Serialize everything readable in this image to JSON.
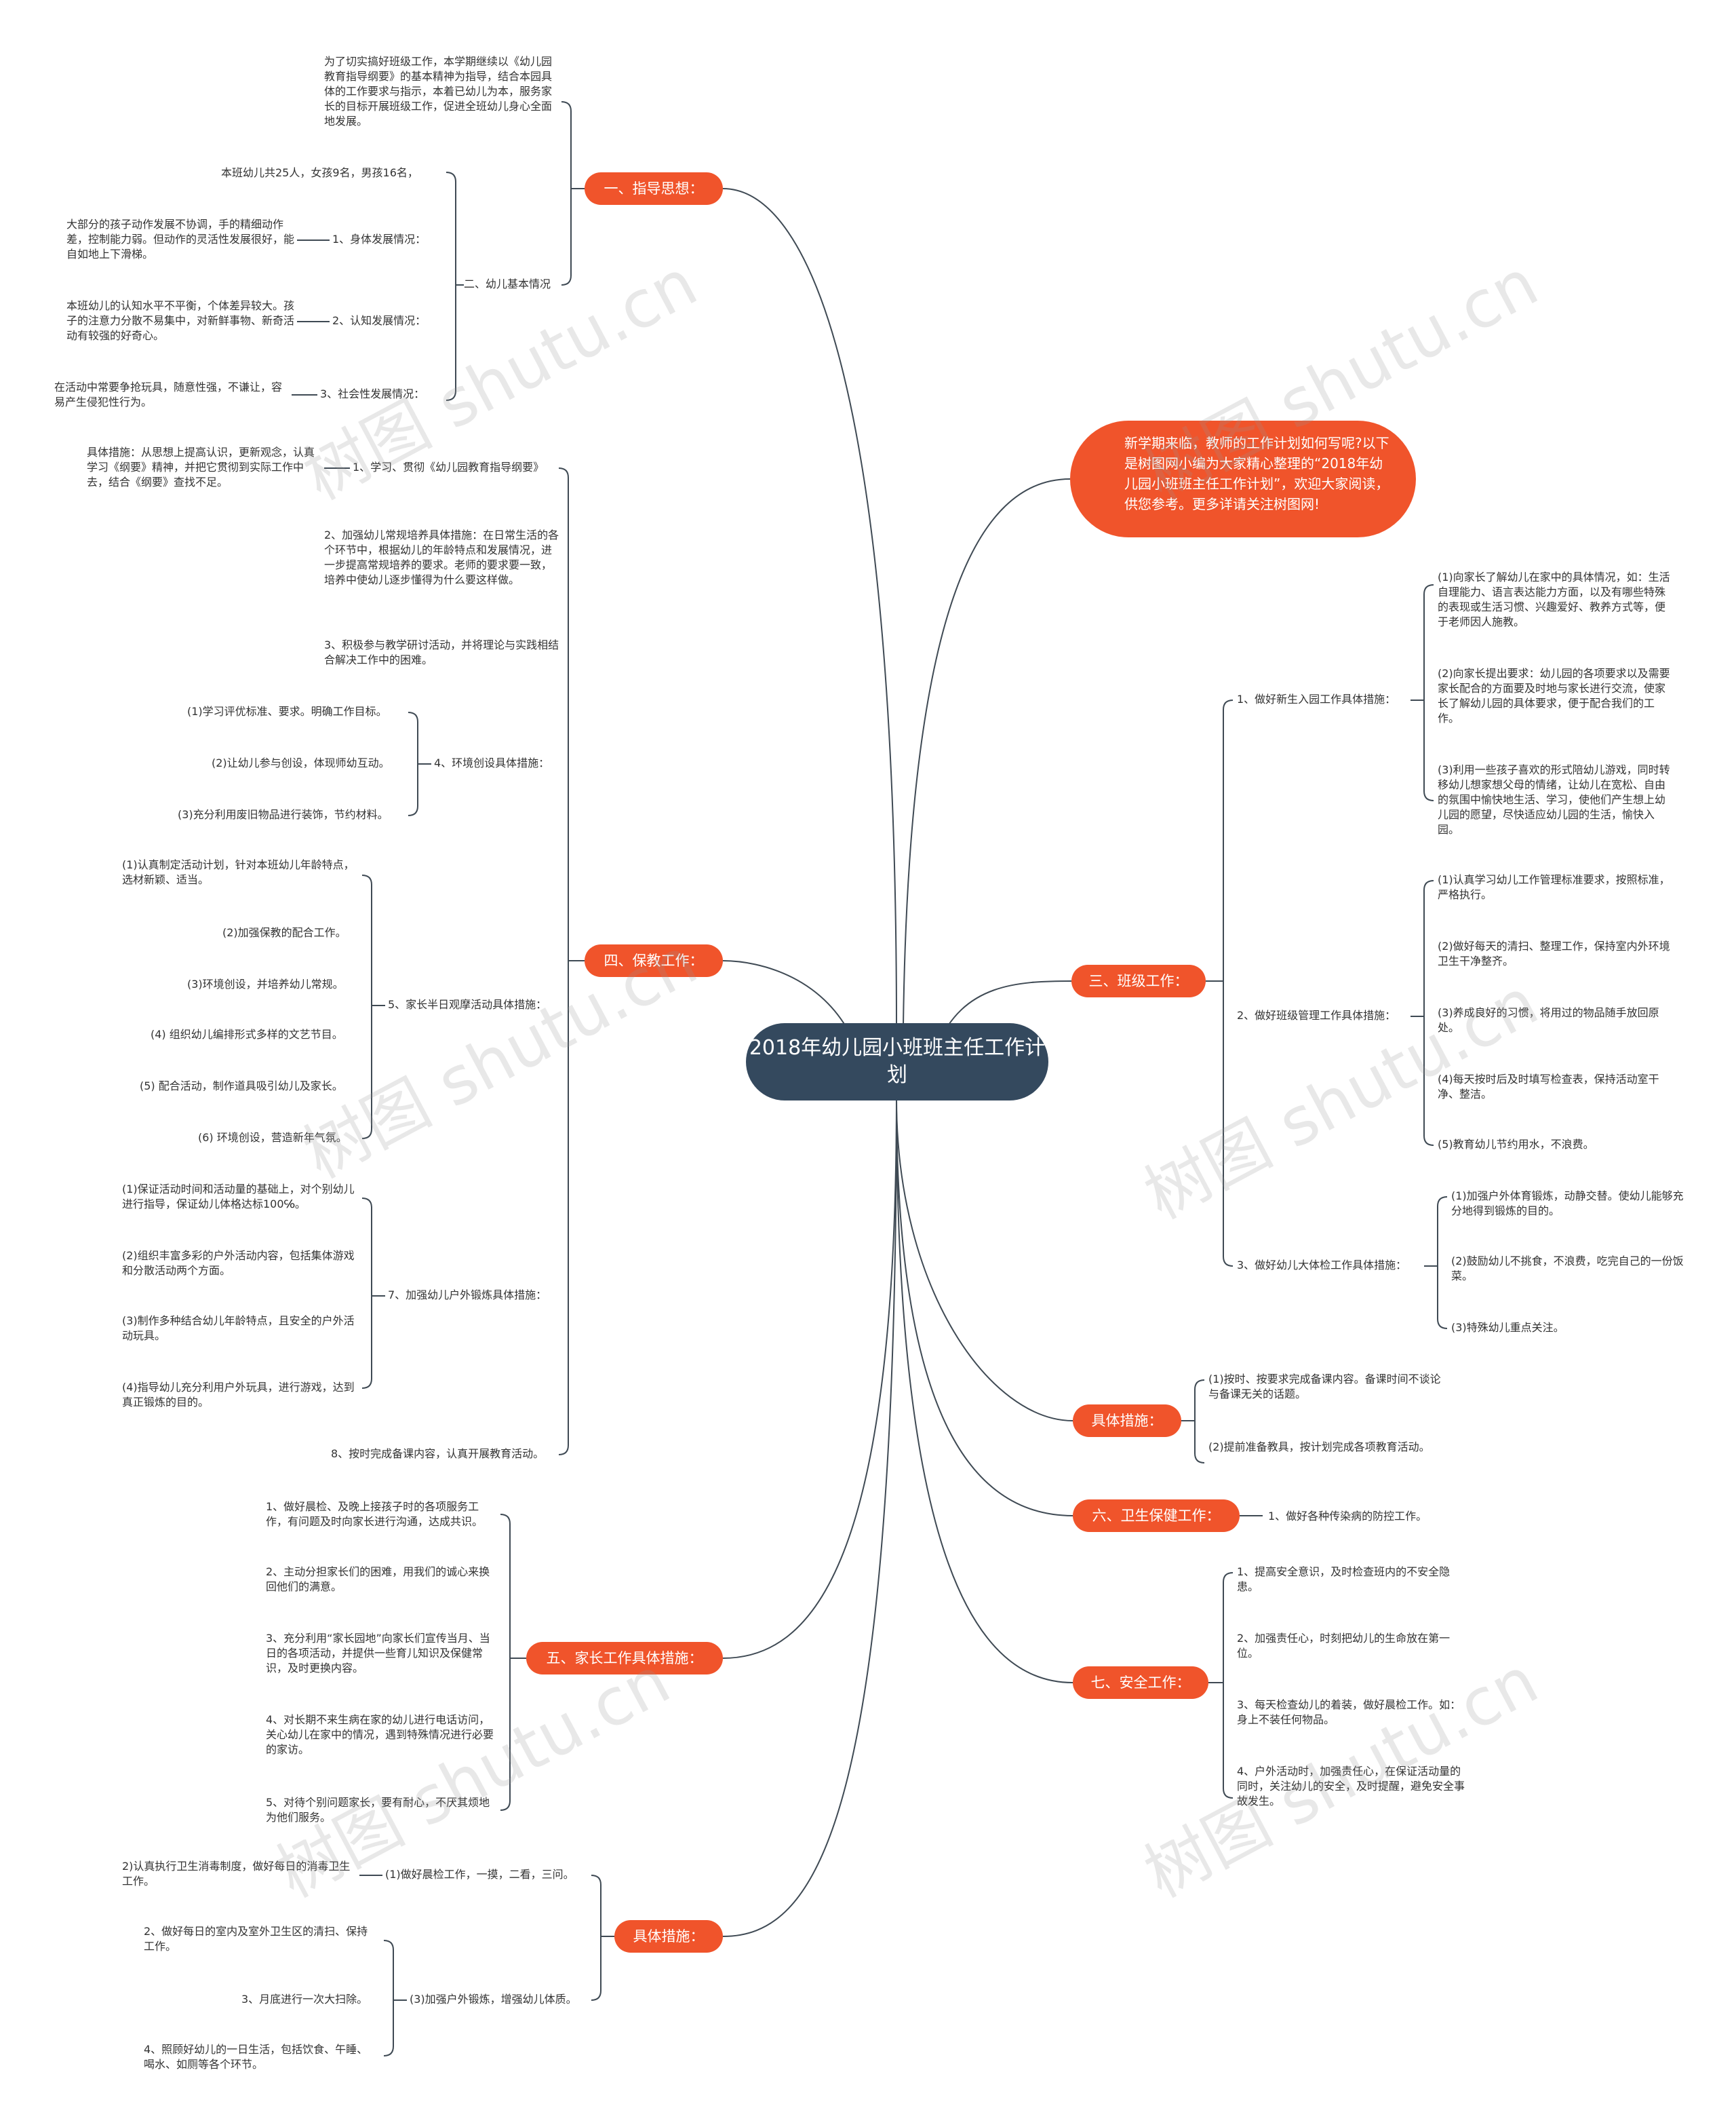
{
  "central": "2018年幼儿园小班班主任工作计划",
  "intro": "新学期来临，教师的工作计划如何写呢?以下是树图网小编为大家精心整理的“2018年幼儿园小班班主任工作计划”，欢迎大家阅读，供您参考。更多详请关注树图网!",
  "watermark": "树图 shutu.cn",
  "colors": {
    "central": "#34495e",
    "branch": "#f0542b",
    "line": "#3f4a54",
    "text": "#333333"
  },
  "left": {
    "b1": {
      "label": "一、指导思想：",
      "text": "为了切实搞好班级工作，本学期继续以《幼儿园教育指导纲要》的基本精神为指导，结合本园具体的工作要求与指示，本着已幼儿为本，服务家长的目标开展班级工作，促进全班幼儿身心全面地发展。",
      "sub2": "二、幼儿基本情况",
      "count": "本班幼儿共25人，女孩9名，男孩16名，",
      "body_label": "1、身体发展情况：",
      "body_text": "大部分的孩子动作发展不协调，手的精细动作差，控制能力弱。但动作的灵活性发展很好，能自如地上下滑梯。",
      "cog_label": "2、认知发展情况：",
      "cog_text": "本班幼儿的认知水平不平衡，个体差异较大。孩子的注意力分散不易集中，对新鲜事物、新奇活动有较强的好奇心。",
      "soc_label": "3、社会性发展情况：",
      "soc_text": "在活动中常要争抢玩具，随意性强，不谦让，容易产生侵犯性行为。"
    },
    "b4": {
      "label": "四、保教工作：",
      "s1_label": "1、学习、贯彻《幼儿园教育指导纲要》",
      "s1_text": "具体措施：从思想上提高认识，更新观念，认真学习《纲要》精神，并把它贯彻到实际工作中去，结合《纲要》查找不足。",
      "s2": "2、加强幼儿常规培养具体措施：在日常生活的各个环节中，根据幼儿的年龄特点和发展情况，进一步提高常规培养的要求。老师的要求要一致，培养中使幼儿逐步懂得为什么要这样做。",
      "s3": "3、积极参与教学研讨活动，并将理论与实践相结合解决工作中的困难。",
      "s4_label": "4、环境创设具体措施：",
      "s4_items": [
        "(1)学习评优标准、要求。明确工作目标。",
        "(2)让幼儿参与创设，体现师幼互动。",
        "(3)充分利用废旧物品进行装饰，节约材料。"
      ],
      "s5_label": "5、家长半日观摩活动具体措施：",
      "s5_items": [
        "(1)认真制定活动计划，针对本班幼儿年龄特点，选材新颖、适当。",
        "(2)加强保教的配合工作。",
        "(3)环境创设，并培养幼儿常规。",
        "(4) 组织幼儿编排形式多样的文艺节目。",
        "(5) 配合活动，制作道具吸引幼儿及家长。",
        "(6) 环境创设，营造新年气氛。"
      ],
      "s7_label": "7、加强幼儿户外锻炼具体措施：",
      "s7_items": [
        "(1)保证活动时间和活动量的基础上，对个别幼儿进行指导，保证幼儿体格达标100℅。",
        "(2)组织丰富多彩的户外活动内容，包括集体游戏和分散活动两个方面。",
        "(3)制作多种结合幼儿年龄特点，且安全的户外活动玩具。",
        "(4)指导幼儿充分利用户外玩具，进行游戏，达到真正锻炼的目的。"
      ],
      "s8": "8、按时完成备课内容，认真开展教育活动。"
    },
    "b5": {
      "label": "五、家长工作具体措施：",
      "items": [
        "1、做好晨检、及晚上接孩子时的各项服务工作，有问题及时向家长进行沟通，达成共识。",
        "2、主动分担家长们的困难，用我们的诚心来换回他们的满意。",
        "3、充分利用“家长园地”向家长们宣传当月、当日的各项活动，并提供一些育儿知识及保健常识，及时更换内容。",
        "4、对长期不来生病在家的幼儿进行电话访问，关心幼儿在家中的情况，遇到特殊情况进行必要的家访。",
        "5、对待个别问题家长，要有耐心，不厌其烦地为他们服务。"
      ]
    },
    "b9": {
      "label": "具体措施：",
      "m1_label": "(1)做好晨检工作，一摸，二看，三问。",
      "m1_text": "2)认真执行卫生消毒制度，做好每日的消毒卫生工作。",
      "m3_label": "(3)加强户外锻炼，增强幼儿体质。",
      "m3_items": [
        "2、做好每日的室内及室外卫生区的清扫、保持工作。",
        "3、月底进行一次大扫除。",
        "4、照顾好幼儿的一日生活，包括饮食、午睡、喝水、如厕等各个环节。"
      ]
    }
  },
  "right": {
    "b3": {
      "label": "三、班级工作：",
      "g1_label": "1、做好新生入园工作具体措施：",
      "g1_items": [
        "(1)向家长了解幼儿在家中的具体情况，如：生活自理能力、语言表达能力方面，以及有哪些特殊的表现或生活习惯、兴趣爱好、教养方式等，便于老师因人施教。",
        "(2)向家长提出要求：幼儿园的各项要求以及需要家长配合的方面要及时地与家长进行交流，使家长了解幼儿园的具体要求，便于配合我们的工作。",
        "(3)利用一些孩子喜欢的形式陪幼儿游戏，同时转移幼儿想家想父母的情绪，让幼儿在宽松、自由的氛围中愉快地生活、学习，使他们产生想上幼儿园的愿望，尽快适应幼儿园的生活，愉快入园。"
      ],
      "g2_label": "2、做好班级管理工作具体措施：",
      "g2_items": [
        "(1)认真学习幼儿工作管理标准要求，按照标准，严格执行。",
        "(2)做好每天的清扫、整理工作，保持室内外环境卫生干净整齐。",
        "(3)养成良好的习惯，将用过的物品随手放回原处。",
        "(4)每天按时后及时填写检查表，保持活动室干净、整洁。",
        "(5)教育幼儿节约用水，不浪费。"
      ],
      "g3_label": "3、做好幼儿大体检工作具体措施：",
      "g3_items": [
        "(1)加强户外体育锻炼，动静交替。使幼儿能够充分地得到锻炼的目的。",
        "(2)鼓励幼儿不挑食，不浪费，吃完自己的一份饭菜。",
        "(3)特殊幼儿重点关注。"
      ]
    },
    "b6": {
      "label": "具体措施：",
      "items": [
        "(1)按时、按要求完成备课内容。备课时间不谈论与备课无关的话题。",
        "(2)提前准备教具，按计划完成各项教育活动。"
      ]
    },
    "b7": {
      "label": "六、卫生保健工作：",
      "item": "1、做好各种传染病的防控工作。"
    },
    "b8": {
      "label": "七、安全工作：",
      "items": [
        "1、提高安全意识，及时检查班内的不安全隐患。",
        "2、加强责任心，时刻把幼儿的生命放在第一位。",
        "3、每天检查幼儿的着装，做好晨检工作。如：身上不装任何物品。",
        "4、户外活动时，加强责任心，在保证活动量的同时，关注幼儿的安全，及时提醒，避免安全事故发生。"
      ]
    }
  }
}
